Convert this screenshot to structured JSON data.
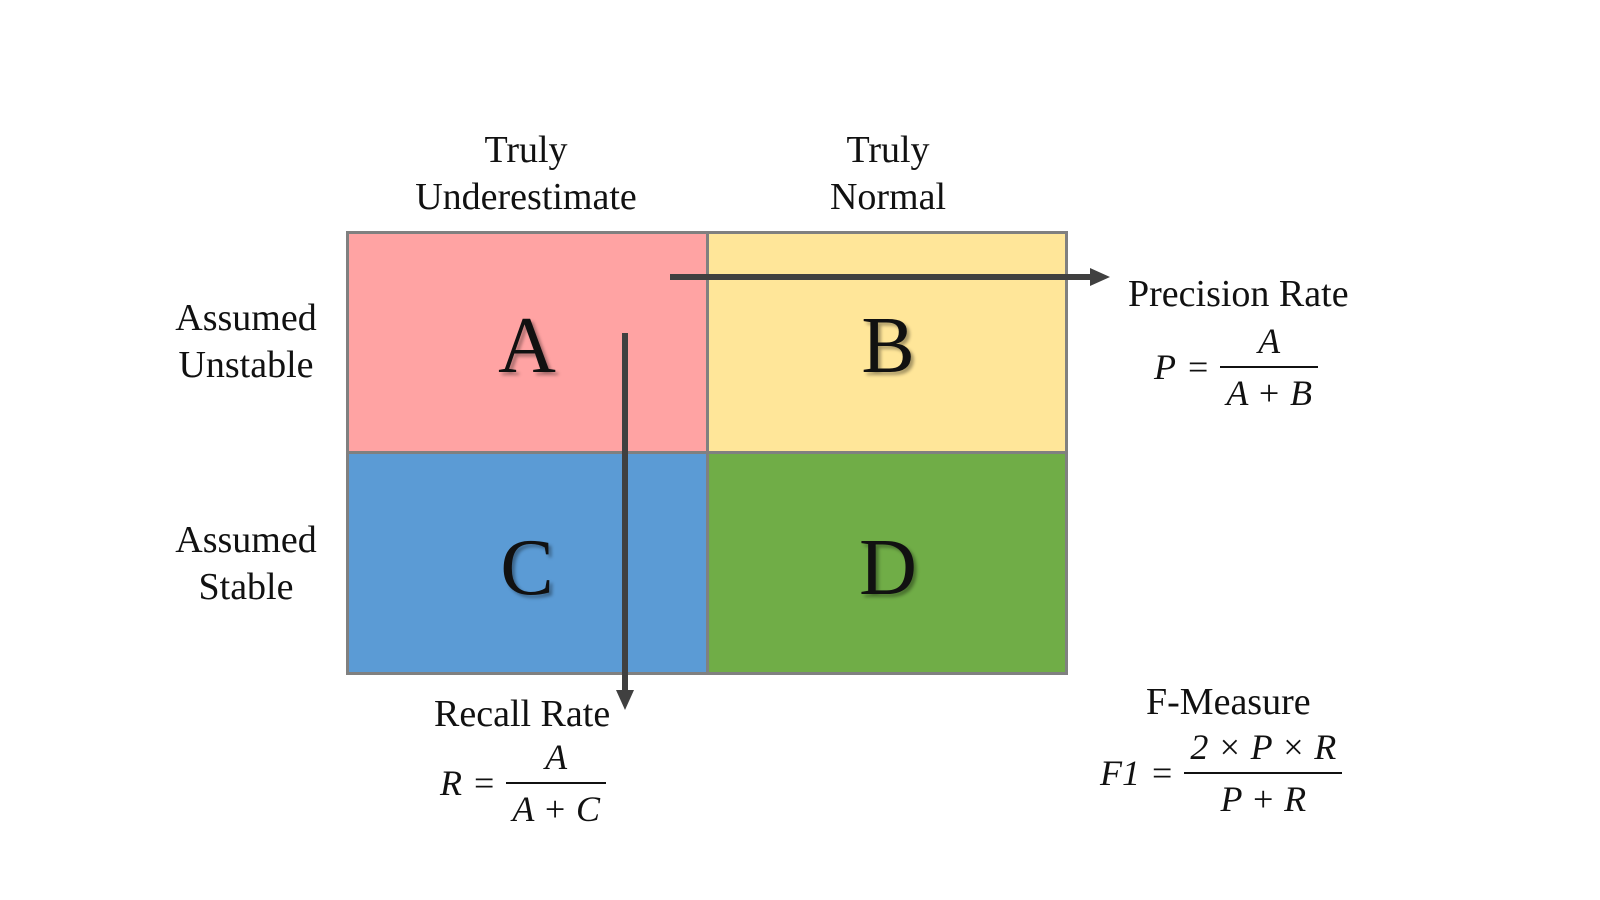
{
  "columns": [
    {
      "line1": "Truly",
      "line2": "Underestimate"
    },
    {
      "line1": "Truly",
      "line2": "Normal"
    }
  ],
  "rows": [
    {
      "line1": "Assumed",
      "line2": "Unstable"
    },
    {
      "line1": "Assumed",
      "line2": "Stable"
    }
  ],
  "cells": [
    {
      "label": "A",
      "color": "#FFA3A3"
    },
    {
      "label": "B",
      "color": "#FFE699"
    },
    {
      "label": "C",
      "color": "#5B9BD5"
    },
    {
      "label": "D",
      "color": "#70AD47"
    }
  ],
  "precision": {
    "title": "Precision Rate",
    "lhs": "P",
    "eq": "=",
    "numerator": "A",
    "denominator": "A + B"
  },
  "recall": {
    "title": "Recall Rate",
    "lhs": "R",
    "eq": "=",
    "numerator": "A",
    "denominator": "A + C"
  },
  "fmeasure": {
    "title": "F-Measure",
    "lhs": "F1",
    "eq": "=",
    "numerator": "2 × P × R",
    "denominator": "P + R"
  },
  "arrow_color": "#404040",
  "border_color": "#808080"
}
